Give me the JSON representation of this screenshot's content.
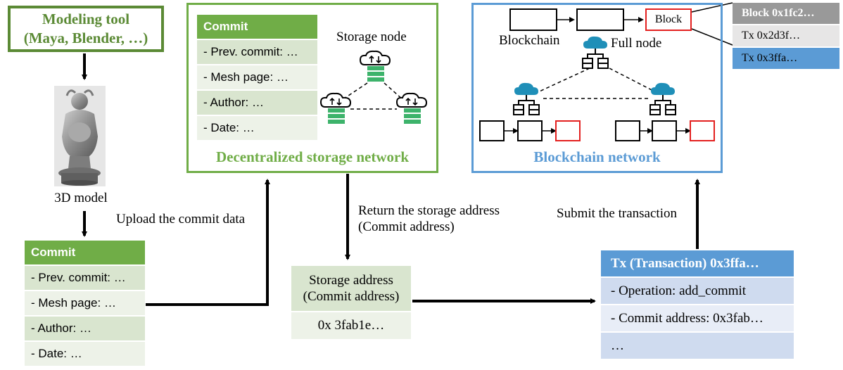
{
  "modeling_tool": {
    "line1": "Modeling tool",
    "line2": "(Maya, Blender, …)"
  },
  "model_label": "3D model",
  "commit_left": {
    "header": "Commit",
    "rows": [
      "- Prev. commit: …",
      "- Mesh page: …",
      "- Author: …",
      "- Date: …"
    ]
  },
  "upload_label": "Upload the commit data",
  "storage_network": {
    "title": "Decentralized storage network",
    "node_label": "Storage node",
    "commit": {
      "header": "Commit",
      "rows": [
        "- Prev. commit: …",
        "- Mesh page: …",
        "- Author: …",
        "- Date: …"
      ]
    }
  },
  "return_label": {
    "line1": "Return the storage address",
    "line2": "(Commit address)"
  },
  "storage_address": {
    "line1": "Storage address",
    "line2": "(Commit address)",
    "value": "0x 3fab1e…"
  },
  "blockchain_network": {
    "title": "Blockchain network",
    "chain_label": "Blockchain",
    "block_label": "Block",
    "full_node_label": "Full node"
  },
  "block_detail": {
    "header": "Block 0x1fc2…",
    "rows": [
      "Tx 0x2d3f…",
      "Tx 0x3ffa…"
    ]
  },
  "submit_label": "Submit the transaction",
  "transaction": {
    "header": "Tx (Transaction) 0x3ffa…",
    "rows": [
      "- Operation: add_commit",
      "- Commit address: 0x3fab…",
      "…"
    ]
  },
  "colors": {
    "green": "#70ad47",
    "dark_green": "#5b8a35",
    "blue": "#5b9bd5",
    "red": "#e3201f",
    "teal": "#1f8fb8",
    "node_green": "#3db36b"
  }
}
